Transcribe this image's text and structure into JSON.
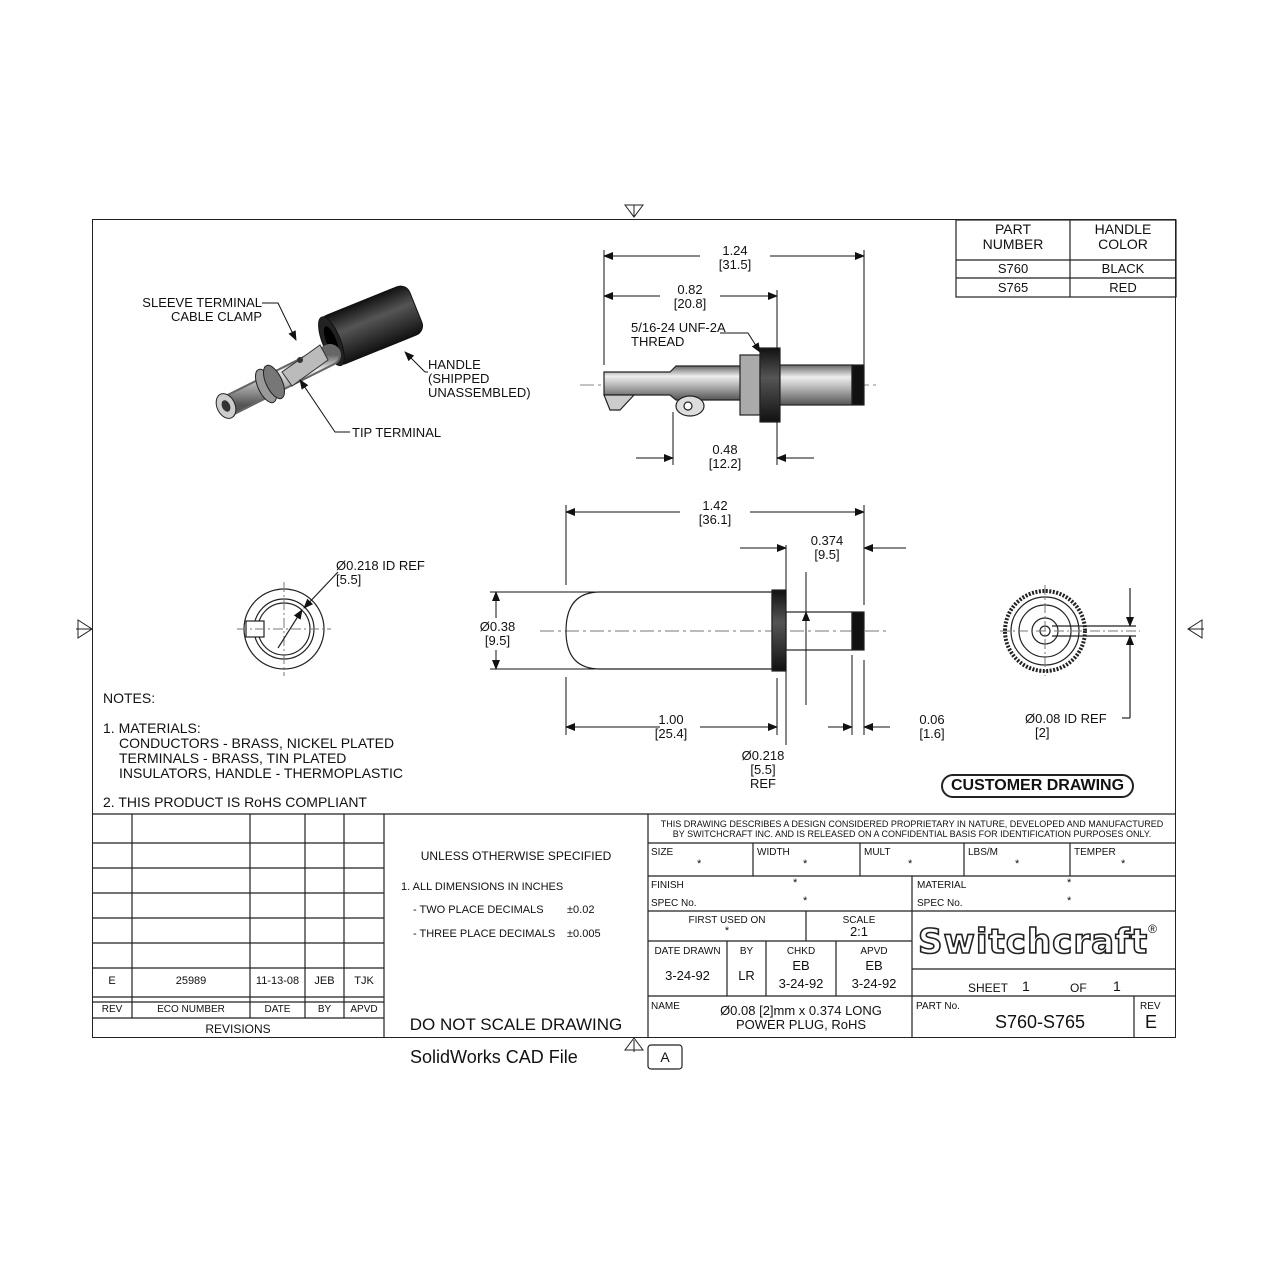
{
  "part_table": {
    "col1_header_line1": "PART",
    "col1_header_line2": "NUMBER",
    "col2_header_line1": "HANDLE",
    "col2_header_line2": "COLOR",
    "rows": [
      {
        "part": "S760",
        "color": "BLACK"
      },
      {
        "part": "S765",
        "color": "RED"
      }
    ]
  },
  "callouts": {
    "sleeve_line1": "SLEEVE TERMINAL",
    "sleeve_line2": "CABLE CLAMP",
    "handle_line1": "HANDLE",
    "handle_line2": "(SHIPPED",
    "handle_line3": "UNASSEMBLED)",
    "tip": "TIP TERMINAL",
    "thread_line1": "5/16-24 UNF-2A",
    "thread_line2": "THREAD",
    "id_ref": "Ø0.218 ID REF",
    "id_ref_mm": "[5.5]",
    "small_id": "Ø0.08 ID REF",
    "small_id_mm": "[2]"
  },
  "dimensions": {
    "d124": "1.24",
    "d124_mm": "[31.5]",
    "d082": "0.82",
    "d082_mm": "[20.8]",
    "d048": "0.48",
    "d048_mm": "[12.2]",
    "d142": "1.42",
    "d142_mm": "[36.1]",
    "d0374": "0.374",
    "d0374_mm": "[9.5]",
    "d038": "Ø0.38",
    "d038_mm": "[9.5]",
    "d100": "1.00",
    "d100_mm": "[25.4]",
    "d006": "0.06",
    "d006_mm": "[1.6]",
    "d0218": "Ø0.218",
    "d0218_mm": "[5.5]",
    "d0218_ref": "REF"
  },
  "notes": {
    "heading": "NOTES:",
    "n1": "1. MATERIALS:",
    "n1a": "CONDUCTORS  - BRASS, NICKEL PLATED",
    "n1b": "TERMINALS - BRASS, TIN PLATED",
    "n1c": "INSULATORS, HANDLE - THERMOPLASTIC",
    "n2": "2. THIS PRODUCT IS RoHS COMPLIANT"
  },
  "customer_drawing": "CUSTOMER DRAWING",
  "revisions": {
    "row": {
      "rev": "E",
      "eco": "25989",
      "date": "11-13-08",
      "by": "JEB",
      "apvd": "TJK"
    },
    "headers": {
      "rev": "REV",
      "eco": "ECO NUMBER",
      "date": "DATE",
      "by": "BY",
      "apvd": "APVD"
    },
    "title": "REVISIONS"
  },
  "tolerances": {
    "heading": "UNLESS OTHERWISE SPECIFIED",
    "line1": "1. ALL DIMENSIONS IN INCHES",
    "two_place": "- TWO PLACE DECIMALS",
    "two_val": "±0.02",
    "three_place": "- THREE PLACE DECIMALS",
    "three_val": "±0.005",
    "no_scale": "DO NOT SCALE DRAWING"
  },
  "proprietary_line1": "THIS DRAWING DESCRIBES A DESIGN CONSIDERED PROPRIETARY IN NATURE, DEVELOPED AND MANUFACTURED",
  "proprietary_line2": "BY SWITCHCRAFT INC. AND IS RELEASED ON A CONFIDENTIAL BASIS FOR IDENTIFICATION PURPOSES ONLY.",
  "title_block": {
    "size": "SIZE",
    "width": "WIDTH",
    "mult": "MULT",
    "lbs": "LBS/M",
    "temper": "TEMPER",
    "star": "*",
    "finish": "FINISH",
    "spec_no": "SPEC No.",
    "material": "MATERIAL",
    "first_used": "FIRST USED ON",
    "scale_label": "SCALE",
    "scale_val": "2:1",
    "date_drawn": "DATE DRAWN",
    "date_drawn_val": "3-24-92",
    "by": "BY",
    "by_val": "LR",
    "chkd": "CHKD",
    "chkd_by": "EB",
    "chkd_date": "3-24-92",
    "apvd": "APVD",
    "apvd_by": "EB",
    "apvd_date": "3-24-92",
    "logo": "Switchcraft",
    "logo_mark": "®",
    "sheet": "SHEET",
    "sheet_val": "1",
    "of": "OF",
    "of_val": "1",
    "name": "NAME",
    "name_line1": "Ø0.08 [2]mm x 0.374 LONG",
    "name_line2": "POWER PLUG, RoHS",
    "part_no": "PART No.",
    "part_no_val": "S760-S765",
    "rev": "REV",
    "rev_val": "E"
  },
  "footer": {
    "cad_file": "SolidWorks CAD File",
    "zone": "A"
  }
}
